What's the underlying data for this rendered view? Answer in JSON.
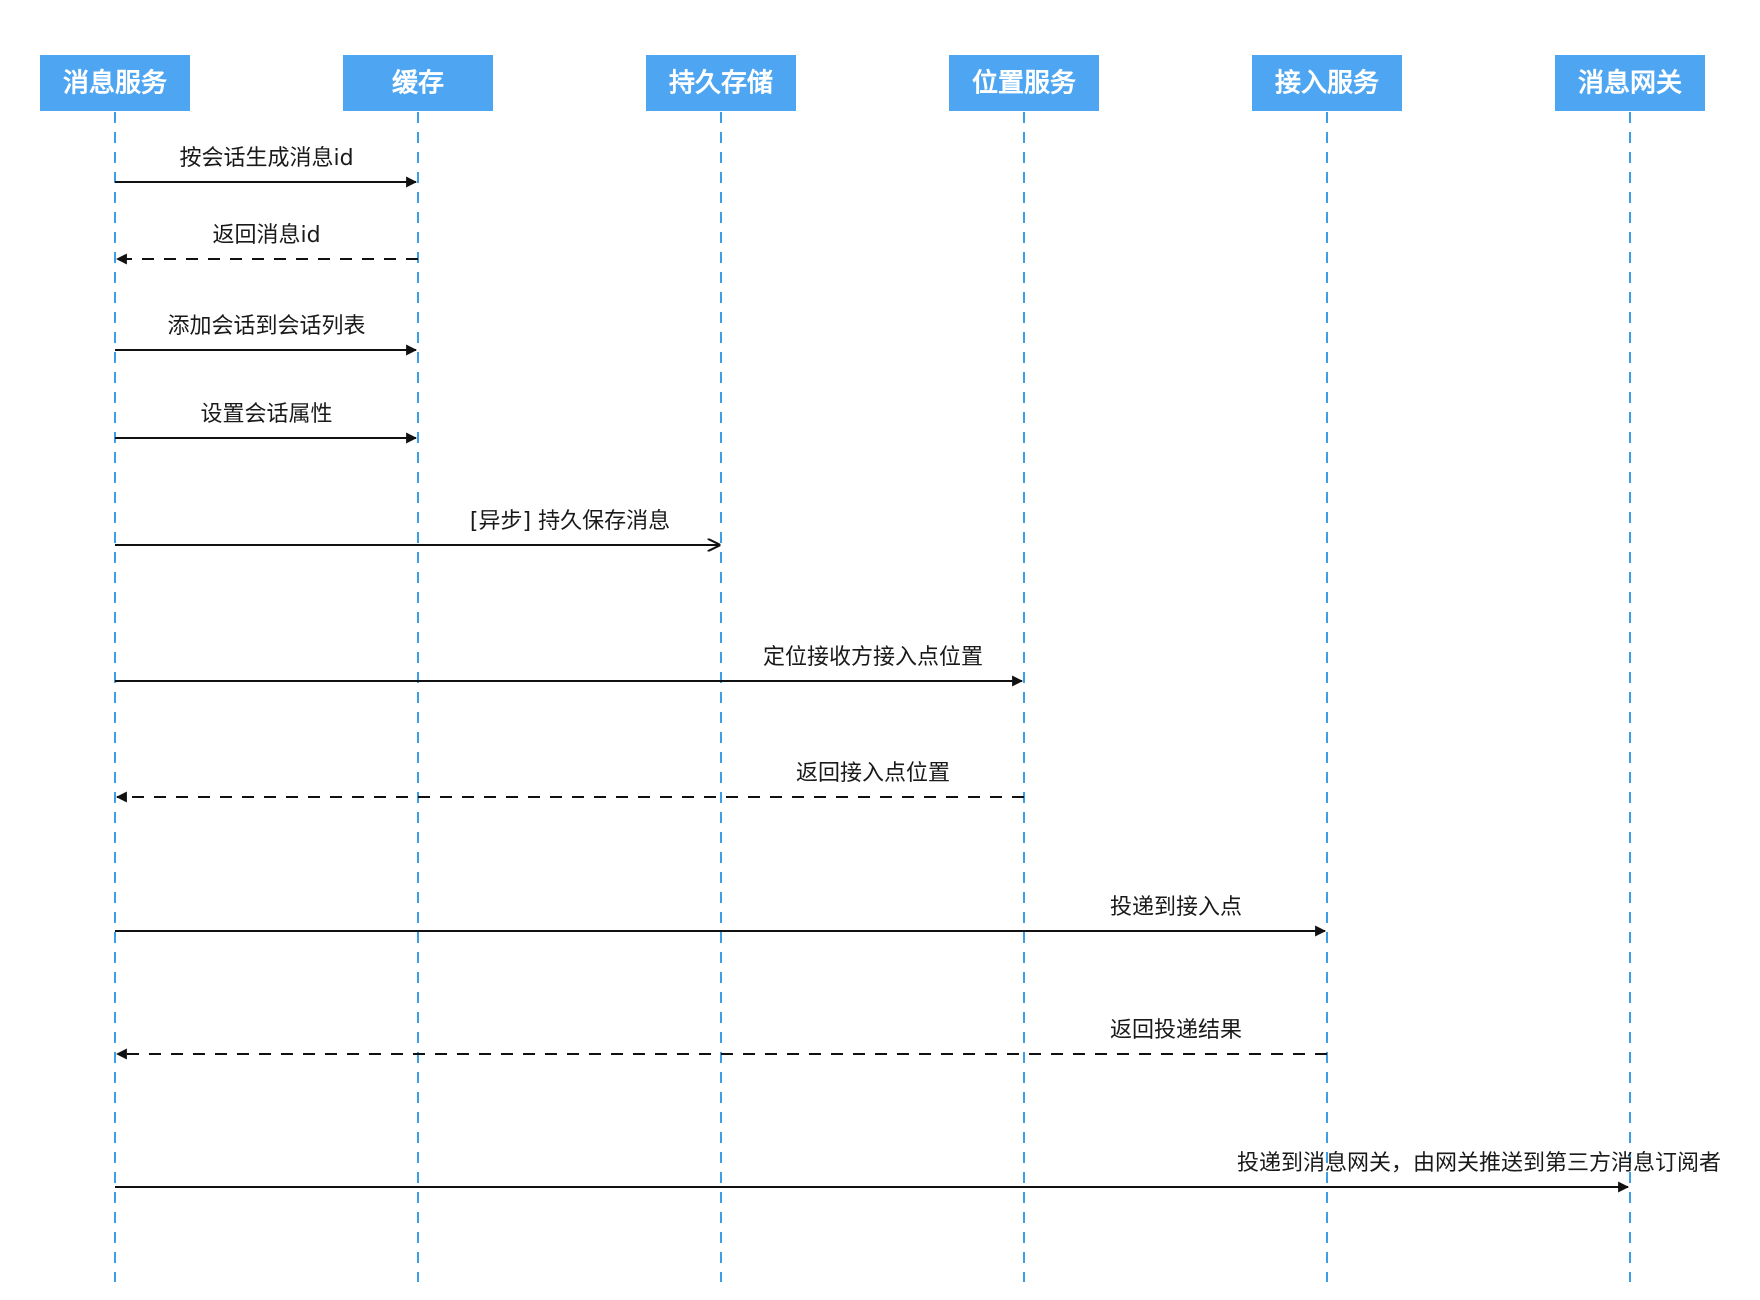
{
  "participants": [
    {
      "label": "消息服务"
    },
    {
      "label": "缓存"
    },
    {
      "label": "持久存储"
    },
    {
      "label": "位置服务"
    },
    {
      "label": "接入服务"
    },
    {
      "label": "消息网关"
    }
  ],
  "messages": [
    {
      "label": "按会话生成消息id",
      "from": 0,
      "to": 1,
      "style": "solid",
      "arrowhead": "filled"
    },
    {
      "label": "返回消息id",
      "from": 1,
      "to": 0,
      "style": "dashed",
      "arrowhead": "filled"
    },
    {
      "label": "添加会话到会话列表",
      "from": 0,
      "to": 1,
      "style": "solid",
      "arrowhead": "filled"
    },
    {
      "label": "设置会话属性",
      "from": 0,
      "to": 1,
      "style": "solid",
      "arrowhead": "filled"
    },
    {
      "label": "[异步] 持久保存消息",
      "from": 0,
      "to": 2,
      "style": "solid",
      "arrowhead": "open"
    },
    {
      "label": "定位接收方接入点位置",
      "from": 0,
      "to": 3,
      "style": "solid",
      "arrowhead": "filled"
    },
    {
      "label": "返回接入点位置",
      "from": 3,
      "to": 0,
      "style": "dashed",
      "arrowhead": "filled"
    },
    {
      "label": "投递到接入点",
      "from": 0,
      "to": 4,
      "style": "solid",
      "arrowhead": "filled"
    },
    {
      "label": "返回投递结果",
      "from": 4,
      "to": 0,
      "style": "dashed",
      "arrowhead": "filled"
    },
    {
      "label": "投递到消息网关，由网关推送到第三方消息订阅者",
      "from": 0,
      "to": 5,
      "style": "solid",
      "arrowhead": "filled"
    }
  ],
  "colors": {
    "participant_fill": "#4ea6f2",
    "participant_text": "#ffffff",
    "lifeline": "#3d9ee8",
    "message_line": "#111111"
  }
}
